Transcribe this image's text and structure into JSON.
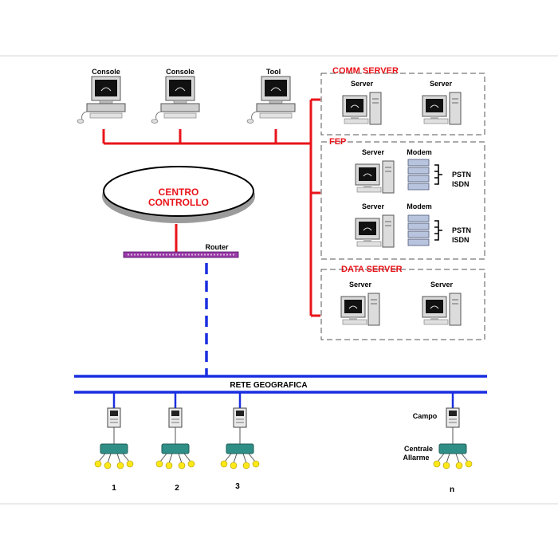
{
  "workstations": {
    "console1": "Console",
    "console2": "Console",
    "tool": "Tool"
  },
  "control_center": {
    "line1": "CENTRO",
    "line2": "CONTROLLO"
  },
  "router": "Router",
  "comm_server": {
    "title": "COMM SERVER",
    "server1": "Server",
    "server2": "Server"
  },
  "fep": {
    "title": "FEP",
    "row1": {
      "server": "Server",
      "modem": "Modem",
      "pstn": "PSTN",
      "isdn": "ISDN"
    },
    "row2": {
      "server": "Server",
      "modem": "Modem",
      "pstn": "PSTN",
      "isdn": "ISDN"
    }
  },
  "data_server": {
    "title": "DATA SERVER",
    "server1": "Server",
    "server2": "Server"
  },
  "network": "RETE GEOGRAFICA",
  "field": {
    "campo": "Campo",
    "centrale1": "Centrale",
    "centrale2": "Allarme",
    "sites": [
      "1",
      "2",
      "3",
      "n"
    ]
  },
  "colors": {
    "red": "#e8141a",
    "blue": "#1a2ee0",
    "teal": "#2f8f86",
    "yellow": "#ffe81a",
    "router": "#9a3aa8"
  }
}
